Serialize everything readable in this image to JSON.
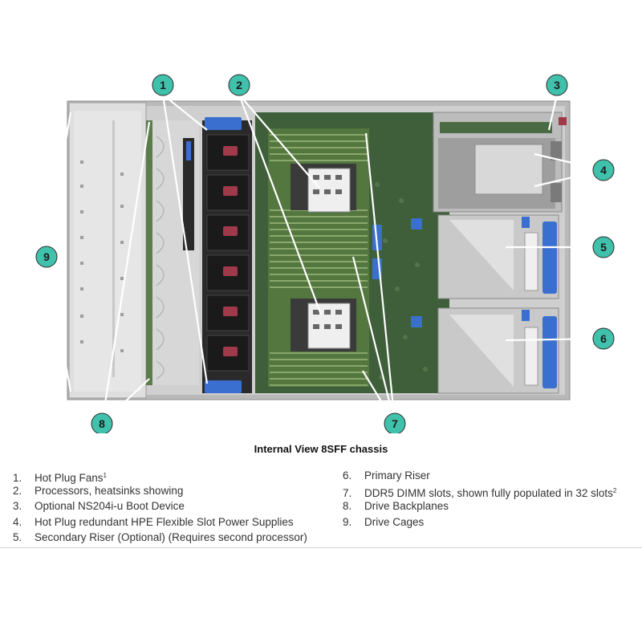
{
  "figure": {
    "caption": "Internal View 8SFF chassis",
    "callouts": [
      {
        "num": "1"
      },
      {
        "num": "2"
      },
      {
        "num": "3"
      },
      {
        "num": "4"
      },
      {
        "num": "5"
      },
      {
        "num": "6"
      },
      {
        "num": "7"
      },
      {
        "num": "8"
      },
      {
        "num": "9"
      }
    ],
    "legend_left": [
      {
        "num": "1.",
        "text": "Hot Plug Fans",
        "sup": "1"
      },
      {
        "num": "2.",
        "text": "Processors, heatsinks showing",
        "sup": ""
      },
      {
        "num": "3.",
        "text": "Optional NS204i-u Boot Device",
        "sup": ""
      },
      {
        "num": "4.",
        "text": "Hot Plug redundant HPE Flexible Slot Power Supplies",
        "sup": ""
      },
      {
        "num": "5.",
        "text": "Secondary Riser (Optional) (Requires second processor)",
        "sup": ""
      }
    ],
    "legend_right": [
      {
        "num": "6.",
        "text": "Primary Riser",
        "sup": ""
      },
      {
        "num": "7.",
        "text": "DDR5 DIMM slots, shown fully populated in 32 slots",
        "sup": "2"
      },
      {
        "num": "8.",
        "text": "Drive Backplanes",
        "sup": ""
      },
      {
        "num": "9.",
        "text": "Drive Cages",
        "sup": ""
      }
    ]
  },
  "colors": {
    "callout_fill": "#40c1ac",
    "callout_line": "#ffffff",
    "chassis_metal": "#d2d2d2",
    "board_green": "#3e5f3a",
    "fan_black": "#1e1e1e",
    "fan_blue": "#3a6fd0",
    "dimm_green": "#6c8c55"
  }
}
